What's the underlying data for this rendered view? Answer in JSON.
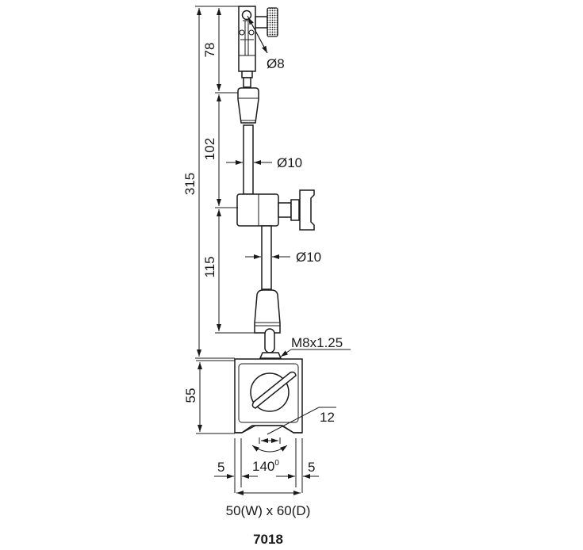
{
  "drawing": {
    "model": "7018",
    "dimensions": {
      "overall_height": "315",
      "top_section": "78",
      "upper_rod": "102",
      "lower_rod": "115",
      "base_height": "55",
      "clamp_hole": "Ø8",
      "upper_rod_dia": "Ø10",
      "lower_rod_dia": "Ø10",
      "thread": "M8x1.25",
      "v_groove": "12",
      "rotation": "140",
      "rotation_unit": "0",
      "left_margin": "5",
      "right_margin": "5",
      "base_size": "50(W) x 60(D)"
    },
    "colors": {
      "line": "#1a1a1a",
      "background": "#ffffff"
    }
  }
}
